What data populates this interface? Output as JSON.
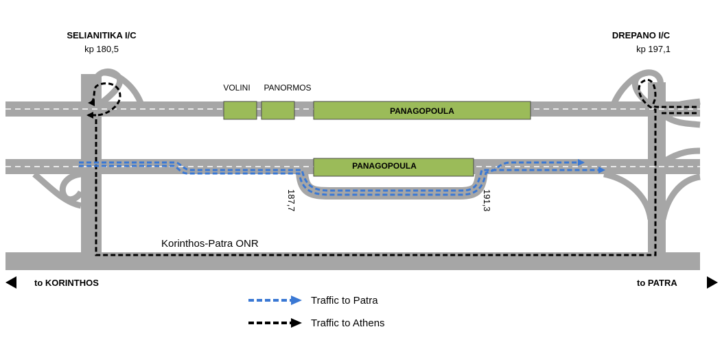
{
  "interchanges": {
    "left": {
      "name": "SELIANITIKA I/C",
      "kp": "kp 180,5"
    },
    "right": {
      "name": "DREPANO I/C",
      "kp": "kp 197,1"
    }
  },
  "sections": {
    "volini": "VOLINI",
    "panormos": "PANORMOS",
    "panagopoula_upper": "PANAGOPOULA",
    "panagopoula_lower": "PANAGOPOULA"
  },
  "chainages": {
    "start": "187,7",
    "end": "191,3"
  },
  "road_label": "Korinthos-Patra ONR",
  "directions": {
    "left": "to KORINTHOS",
    "right": "to PATRA"
  },
  "legend": {
    "patra": {
      "label": "Traffic to Patra",
      "color": "#3a78d4"
    },
    "athens": {
      "label": "Traffic to Athens",
      "color": "#000000"
    }
  },
  "colors": {
    "road": "#a6a6a6",
    "tunnel": "#9bbb59",
    "tunnel_border": "#4a4a4a"
  }
}
